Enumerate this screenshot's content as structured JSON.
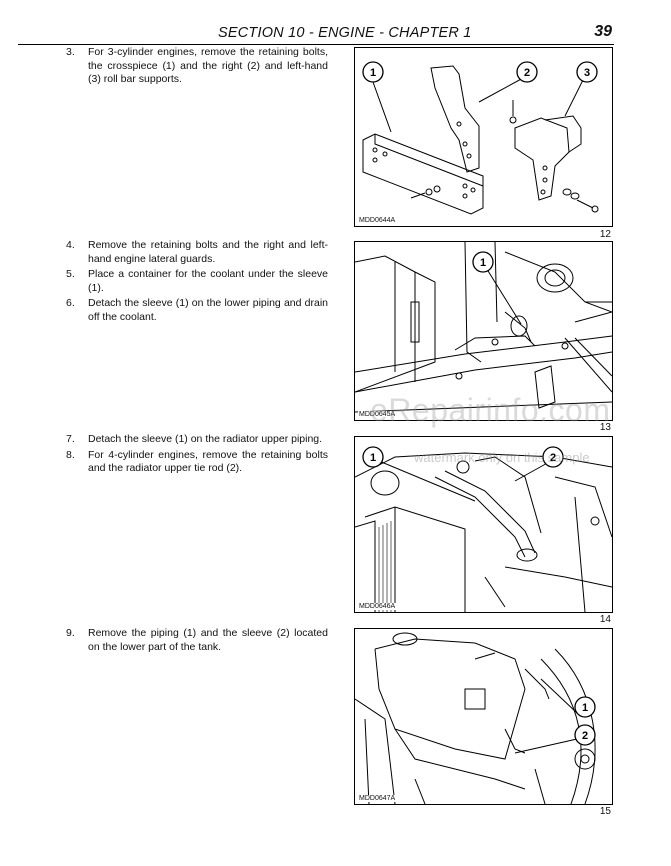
{
  "header": {
    "section_title": "SECTION 10 - ENGINE - CHAPTER 1",
    "page_number": "39"
  },
  "steps": [
    {
      "num": "3.",
      "text": "For 3-cylinder engines, remove the retaining bolts, the crosspiece (1) and the right (2) and left-hand (3) roll bar supports."
    },
    {
      "num": "4.",
      "text": "Remove the retaining bolts and the right and left-hand engine lateral guards."
    },
    {
      "num": "5.",
      "text": "Place a container for the coolant under the sleeve (1)."
    },
    {
      "num": "6.",
      "text": "Detach the sleeve (1) on the lower piping and drain off the coolant."
    },
    {
      "num": "7.",
      "text": "Detach the sleeve (1) on the radiator upper piping."
    },
    {
      "num": "8.",
      "text": "For 4-cylinder engines, remove the retaining bolts and the radiator upper tie rod (2)."
    },
    {
      "num": "9.",
      "text": "Remove the piping (1) and the sleeve (2) located on the lower part of the tank."
    }
  ],
  "figures": [
    {
      "code": "MDD0644A",
      "number": "12",
      "callouts": [
        "1",
        "2",
        "3"
      ]
    },
    {
      "code": "MDD0645A",
      "number": "13",
      "callouts": [
        "1"
      ]
    },
    {
      "code": "MDD0646A",
      "number": "14",
      "callouts": [
        "1",
        "2"
      ]
    },
    {
      "code": "MDD0647A",
      "number": "15",
      "callouts": [
        "1",
        "2"
      ]
    }
  ],
  "watermark": {
    "site": "eRepairinfo.com",
    "note": "watermark only on this sample"
  }
}
